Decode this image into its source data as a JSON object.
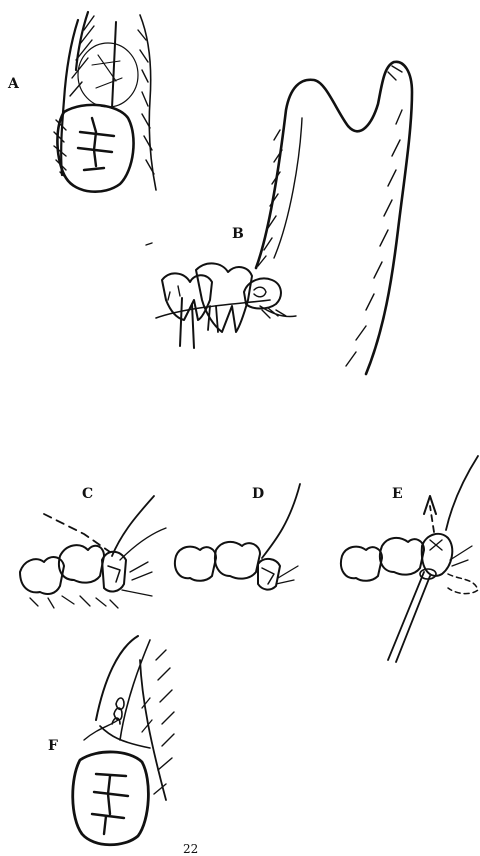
{
  "labels": {
    "a": "A",
    "b": "B",
    "c": "C",
    "d": "D",
    "e": "E",
    "f": "F"
  },
  "page_number": "22",
  "ink_color": "#111111"
}
